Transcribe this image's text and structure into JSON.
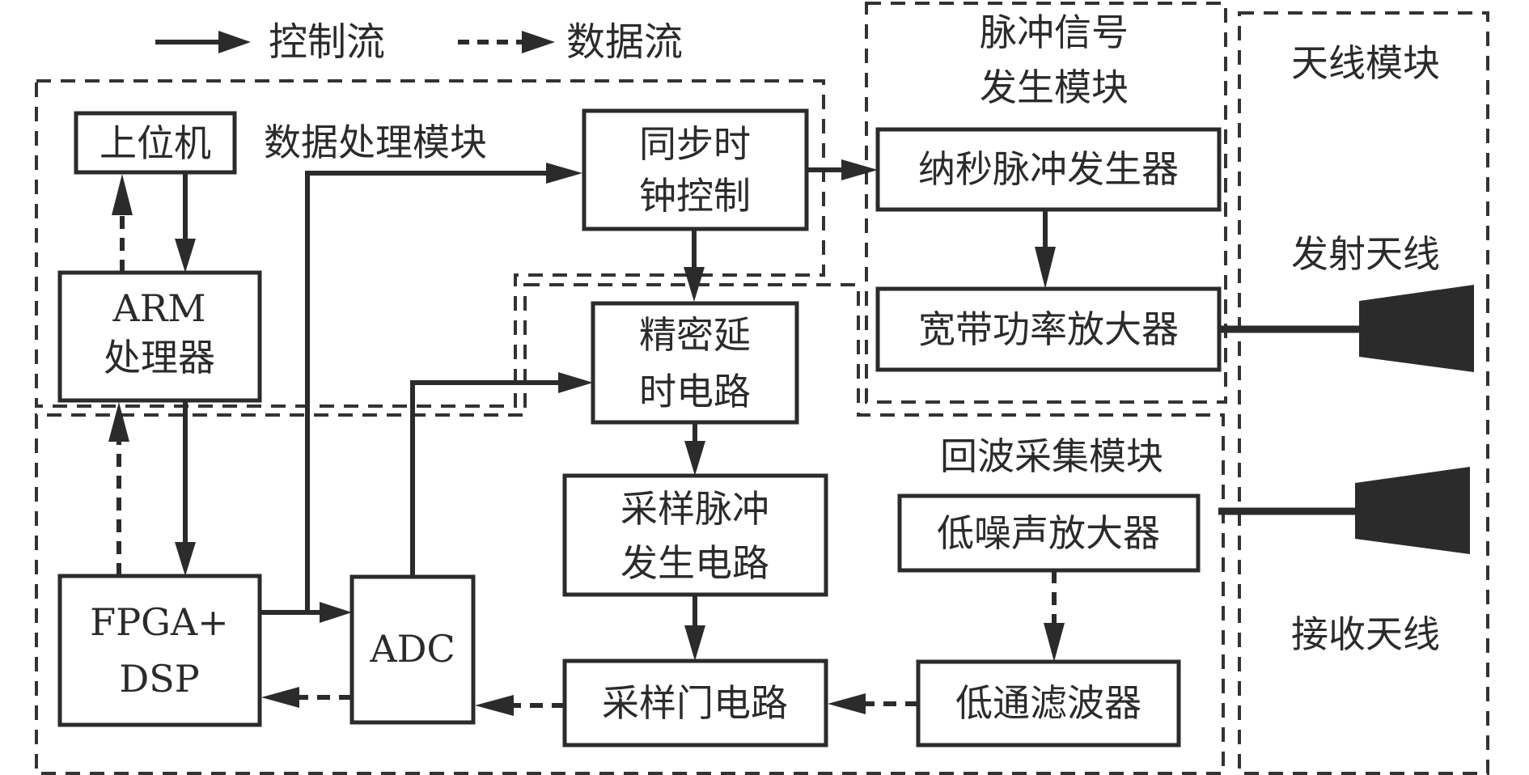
{
  "legend": {
    "control_flow": "控制流",
    "data_flow": "数据流"
  },
  "modules": {
    "data_processing": "数据处理模块",
    "pulse_generation_line1": "脉冲信号",
    "pulse_generation_line2": "发生模块",
    "antenna": "天线模块",
    "echo_acquisition": "回波采集模块"
  },
  "blocks": {
    "host_pc": "上位机",
    "arm_line1": "ARM",
    "arm_line2": "处理器",
    "fpga_line1": "FPGA+",
    "fpga_line2": "DSP",
    "adc": "ADC",
    "sync_clock_line1": "同步时",
    "sync_clock_line2": "钟控制",
    "precision_delay_line1": "精密延",
    "precision_delay_line2": "时电路",
    "sampling_pulse_line1": "采样脉冲",
    "sampling_pulse_line2": "发生电路",
    "sampling_gate": "采样门电路",
    "ns_pulse_generator": "纳秒脉冲发生器",
    "wideband_pa": "宽带功率放大器",
    "lna": "低噪声放大器",
    "lpf": "低通滤波器"
  },
  "antennas": {
    "tx_label": "发射天线",
    "rx_label": "接收天线"
  },
  "colors": {
    "ink": "#2b2b2b",
    "background": "#ffffff"
  }
}
